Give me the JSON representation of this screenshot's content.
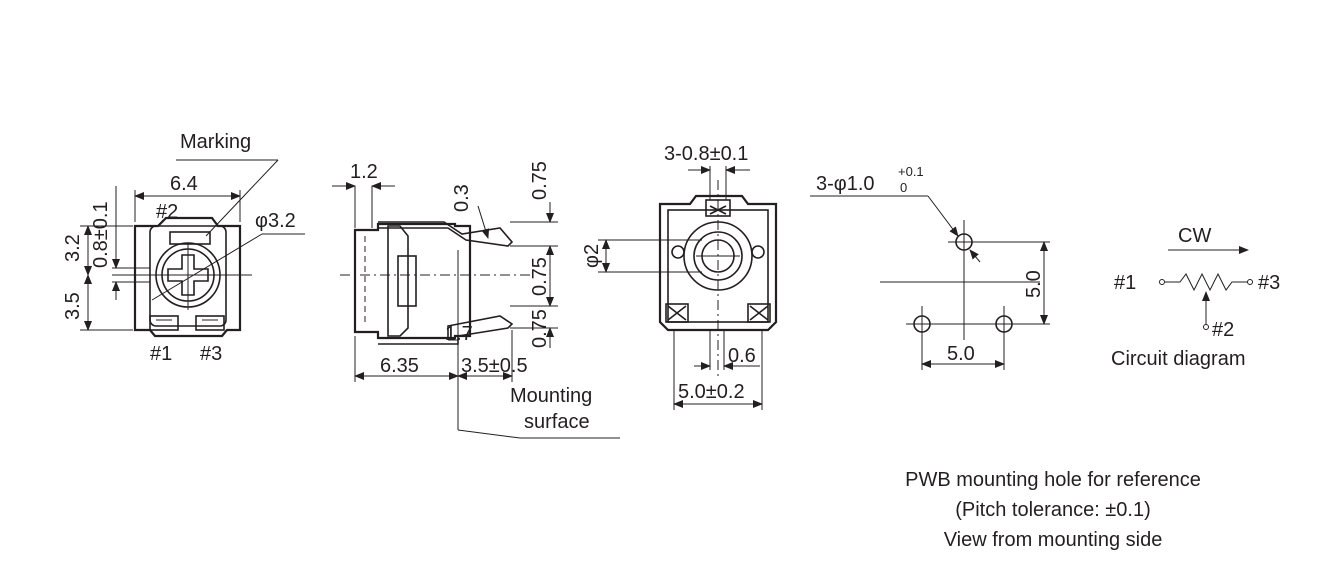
{
  "front_view": {
    "marking": "Marking",
    "width_6_4": "6.4",
    "pin2": "#2",
    "dia_3_2": "φ3.2",
    "dim_3_2": "3.2",
    "dim_0_8": "0.8±0.1",
    "dim_3_5": "3.5",
    "pin1": "#1",
    "pin3": "#3"
  },
  "side_view": {
    "dim_1_2": "1.2",
    "dim_0_3": "0.3",
    "dim_0_75_top": "0.75",
    "dim_0_75_mid": "0.75",
    "dim_0_75_bot": "0.75",
    "dim_1_7": "1.7",
    "dim_6_35": "6.35",
    "dim_3_5": "3.5±0.5",
    "mounting_1": "Mounting",
    "mounting_2": "surface"
  },
  "back_view": {
    "dim_top": "3-0.8±0.1",
    "dia_2": "φ2",
    "dim_0_6": "0.6",
    "dim_5_0": "5.0±0.2"
  },
  "pwb": {
    "hole_label_main": "3-φ1.0",
    "hole_tol_upper": "+0.1",
    "hole_tol_lower": "0",
    "dim_5_0_h": "5.0",
    "dim_5_0_v": "5.0",
    "caption_1": "PWB mounting hole for reference",
    "caption_2": "(Pitch tolerance: ±0.1)",
    "caption_3": "View from mounting side"
  },
  "circuit": {
    "cw": "CW",
    "pin1": "#1",
    "pin3": "#3",
    "pin2": "#2",
    "caption": "Circuit diagram"
  }
}
